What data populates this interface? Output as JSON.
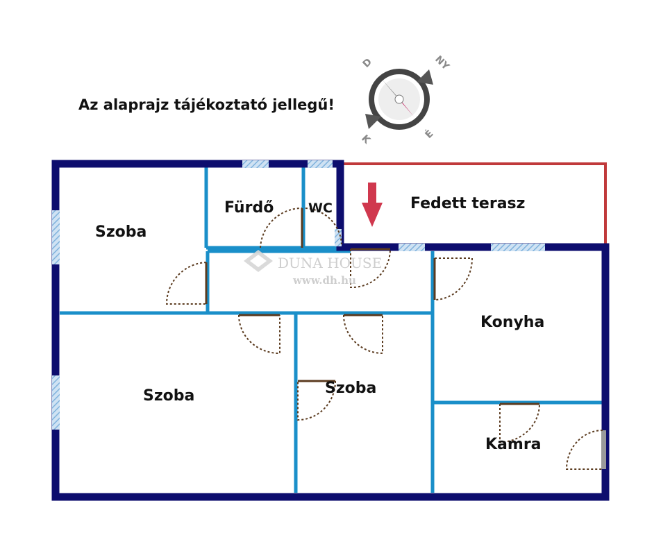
{
  "notice": "Az alaprajz tájékoztató jellegű!",
  "compass": {
    "labels": {
      "ny": "NY",
      "d": "D",
      "k": "K",
      "e": "É"
    }
  },
  "rooms": {
    "szoba_1": "Szoba",
    "furdo": "Fürdő",
    "wc": "WC",
    "fedett_terasz": "Fedett terasz",
    "konyha": "Konyha",
    "szoba_2": "Szoba",
    "szoba_3": "Szoba",
    "kamra": "Kamra"
  },
  "watermark": {
    "brand": "DUNA HOUSE",
    "url": "www.dh.hu"
  },
  "colors": {
    "outer_wall": "#0d0d6e",
    "inner_wall": "#1a8fc9",
    "terrace_wall": "#c0393b",
    "window": "#a9cbe8",
    "door": "#5b3b1f",
    "arrow": "#d0384e"
  }
}
